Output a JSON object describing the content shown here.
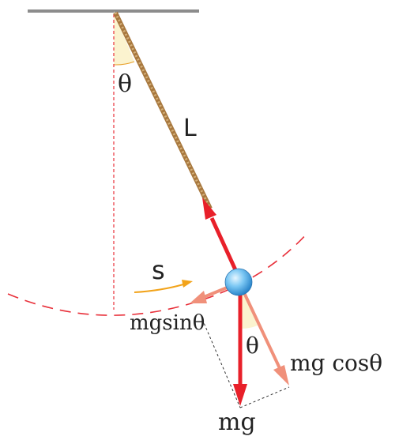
{
  "labels": {
    "theta_top": "θ",
    "length": "L",
    "arc": "s",
    "tangential": "mgsinθ",
    "theta_bottom": "θ",
    "radial": "mg cosθ",
    "weight": "mg"
  },
  "colors": {
    "support": "#8c8c8c",
    "rope": "#c09a5e",
    "tension_arrow": "#e8202a",
    "gravity_arrow": "#e8202a",
    "component_arrows": "#f0907a",
    "arc_path": "#e8303a",
    "vertical_reference": "#e8303a",
    "arc_direction_arrow": "#f2a31a",
    "angle_fill": "#fbf3cf",
    "bob": "#4aa8e8",
    "text": "#222222"
  }
}
